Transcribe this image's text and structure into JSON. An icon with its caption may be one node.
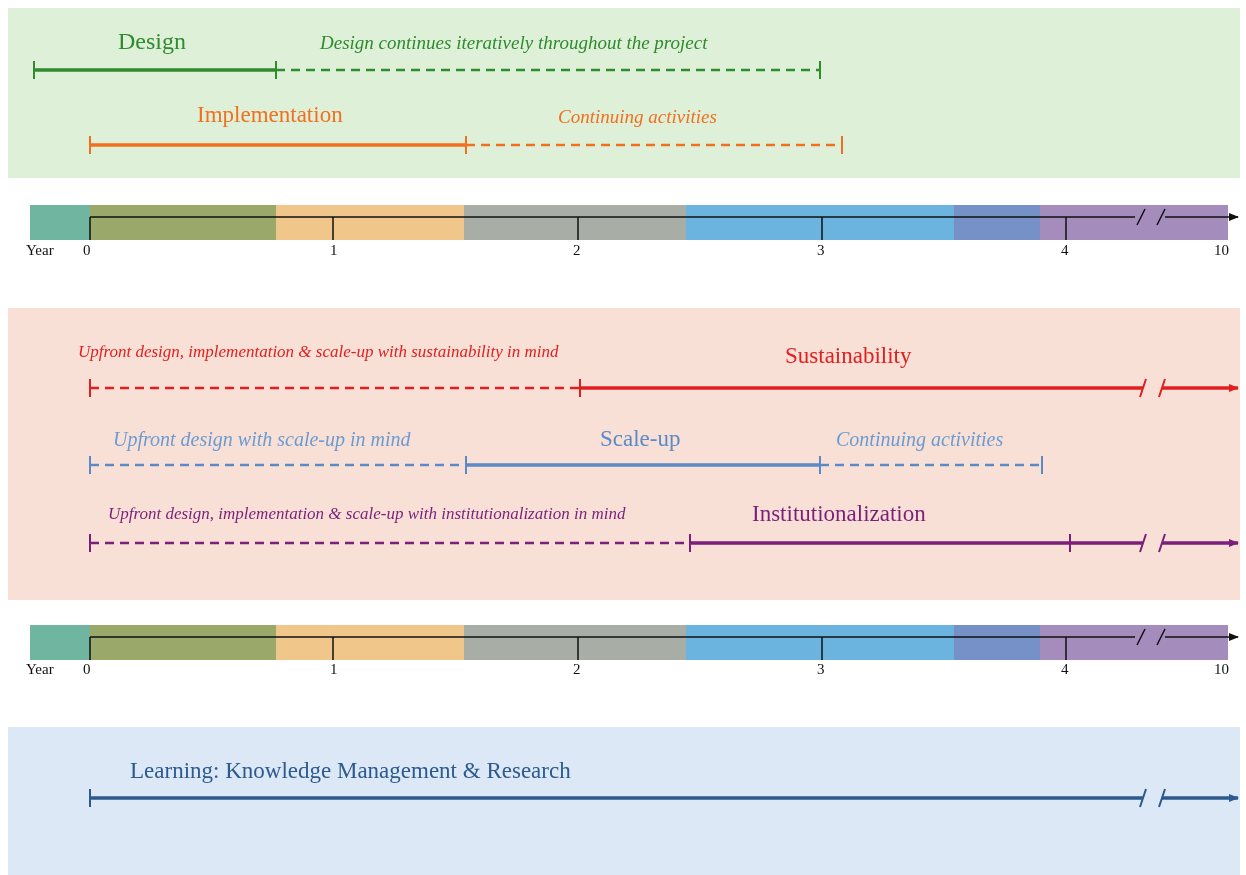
{
  "diagram": {
    "labels": [
      "Design",
      "Design continues iteratively throughout the project",
      "Implementation",
      "Continuing activities",
      "Year",
      "0",
      "1",
      "2",
      "3",
      "4",
      "10",
      "Upfront design, implementation & scale-up with sustainability in mind",
      "Sustainability",
      "Upfront design with scale-up in mind",
      "Scale-up",
      "Continuing activities",
      "Upfront design, implementation & scale-up with institutionalization in mind",
      "Institutionalization",
      "Year",
      "0",
      "1",
      "2",
      "3",
      "4",
      "10",
      "Learning: Knowledge Management & Research"
    ]
  }
}
